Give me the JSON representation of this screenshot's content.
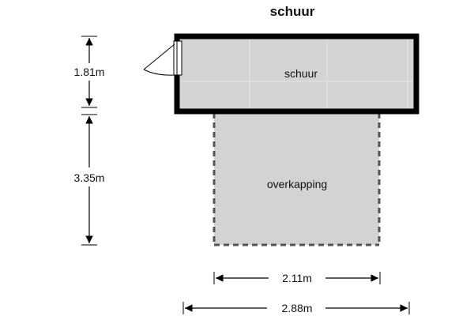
{
  "title": "schuur",
  "rooms": {
    "shed": "schuur",
    "canopy": "overkapping"
  },
  "dimensions": {
    "shed_depth": "1.81m",
    "canopy_depth": "3.35m",
    "canopy_width": "2.11m",
    "total_width": "2.88m"
  },
  "colors": {
    "floor": "#d3d3d3",
    "wall": "#000000",
    "tile_line": "#e6e6e6",
    "dimension_line": "#000000"
  }
}
